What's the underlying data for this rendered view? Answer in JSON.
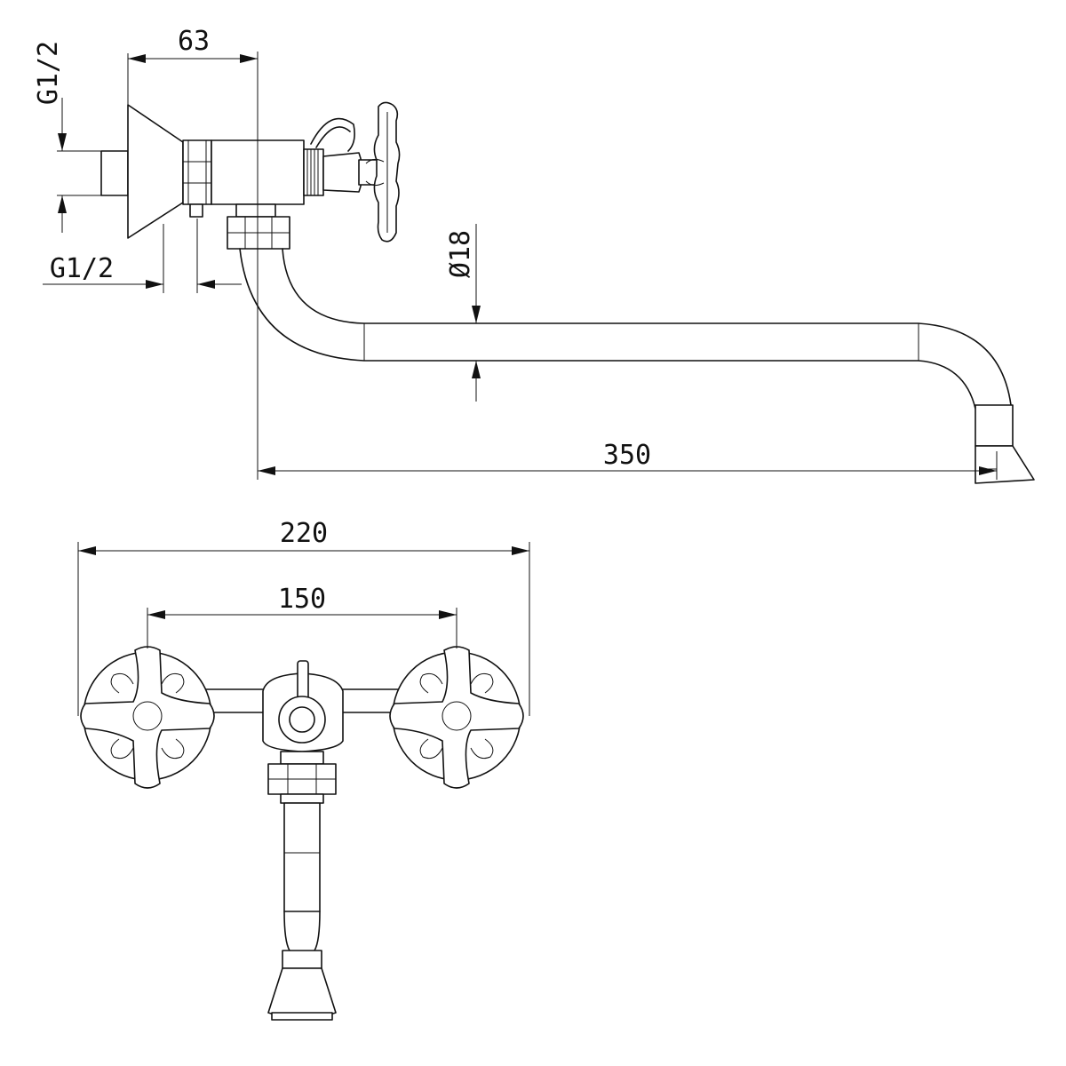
{
  "dimensions": {
    "inlet_thread_vertical": "G1/2",
    "inlet_thread_horizontal": "G1/2",
    "depth_to_wall": "63",
    "spout_diameter": "Ø18",
    "spout_reach": "350",
    "overall_width": "220",
    "center_distance": "150"
  }
}
